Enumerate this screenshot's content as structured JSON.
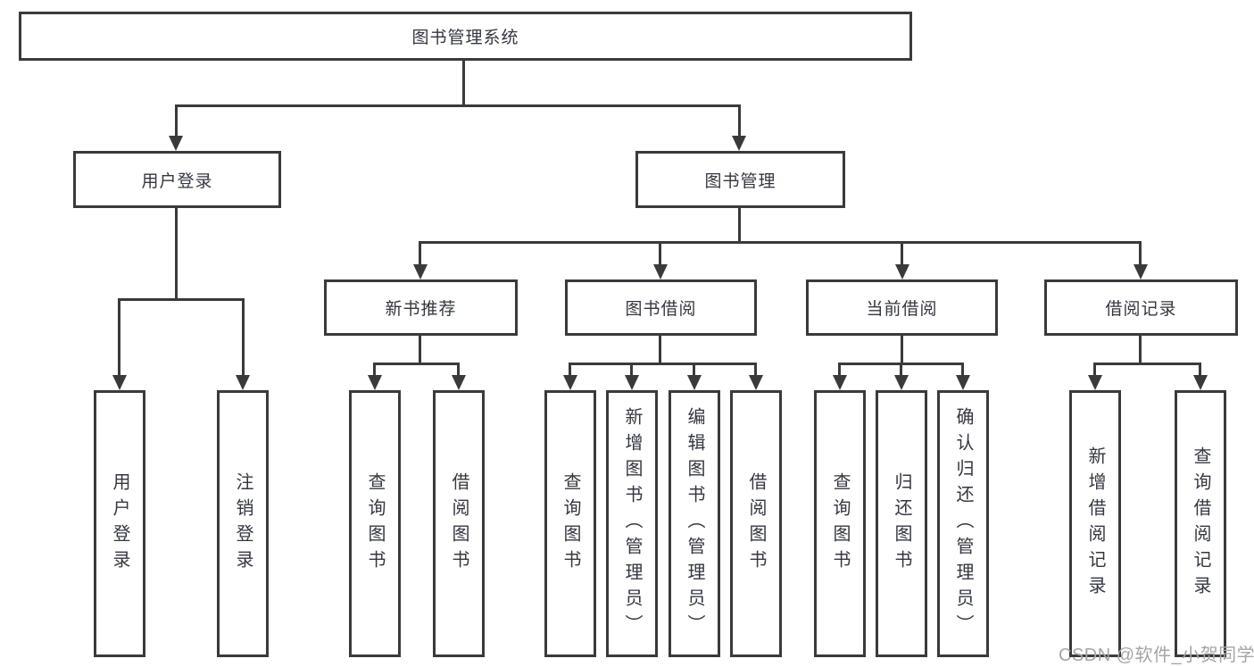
{
  "colors": {
    "line": "#3a3a3a",
    "text": "#333740",
    "box_background": "#ffffff",
    "watermark": "#a5a5a5"
  },
  "watermark": {
    "text": "CSDN @软件_小贺同学"
  },
  "tree": {
    "label": "图书管理系统",
    "children": [
      {
        "label": "用户登录",
        "children": [
          {
            "label": "用户登录"
          },
          {
            "label": "注销登录"
          }
        ]
      },
      {
        "label": "图书管理",
        "children": [
          {
            "label": "新书推荐",
            "children": [
              {
                "label": "查询图书"
              },
              {
                "label": "借阅图书"
              }
            ]
          },
          {
            "label": "图书借阅",
            "children": [
              {
                "label": "查询图书"
              },
              {
                "label": "新增图书（管理员）"
              },
              {
                "label": "编辑图书（管理员）"
              },
              {
                "label": "借阅图书"
              }
            ]
          },
          {
            "label": "当前借阅",
            "children": [
              {
                "label": "查询图书"
              },
              {
                "label": "归还图书"
              },
              {
                "label": "确认归还（管理员）"
              }
            ]
          },
          {
            "label": "借阅记录",
            "children": [
              {
                "label": "新增借阅记录"
              },
              {
                "label": "查询借阅记录"
              }
            ]
          }
        ]
      }
    ]
  }
}
